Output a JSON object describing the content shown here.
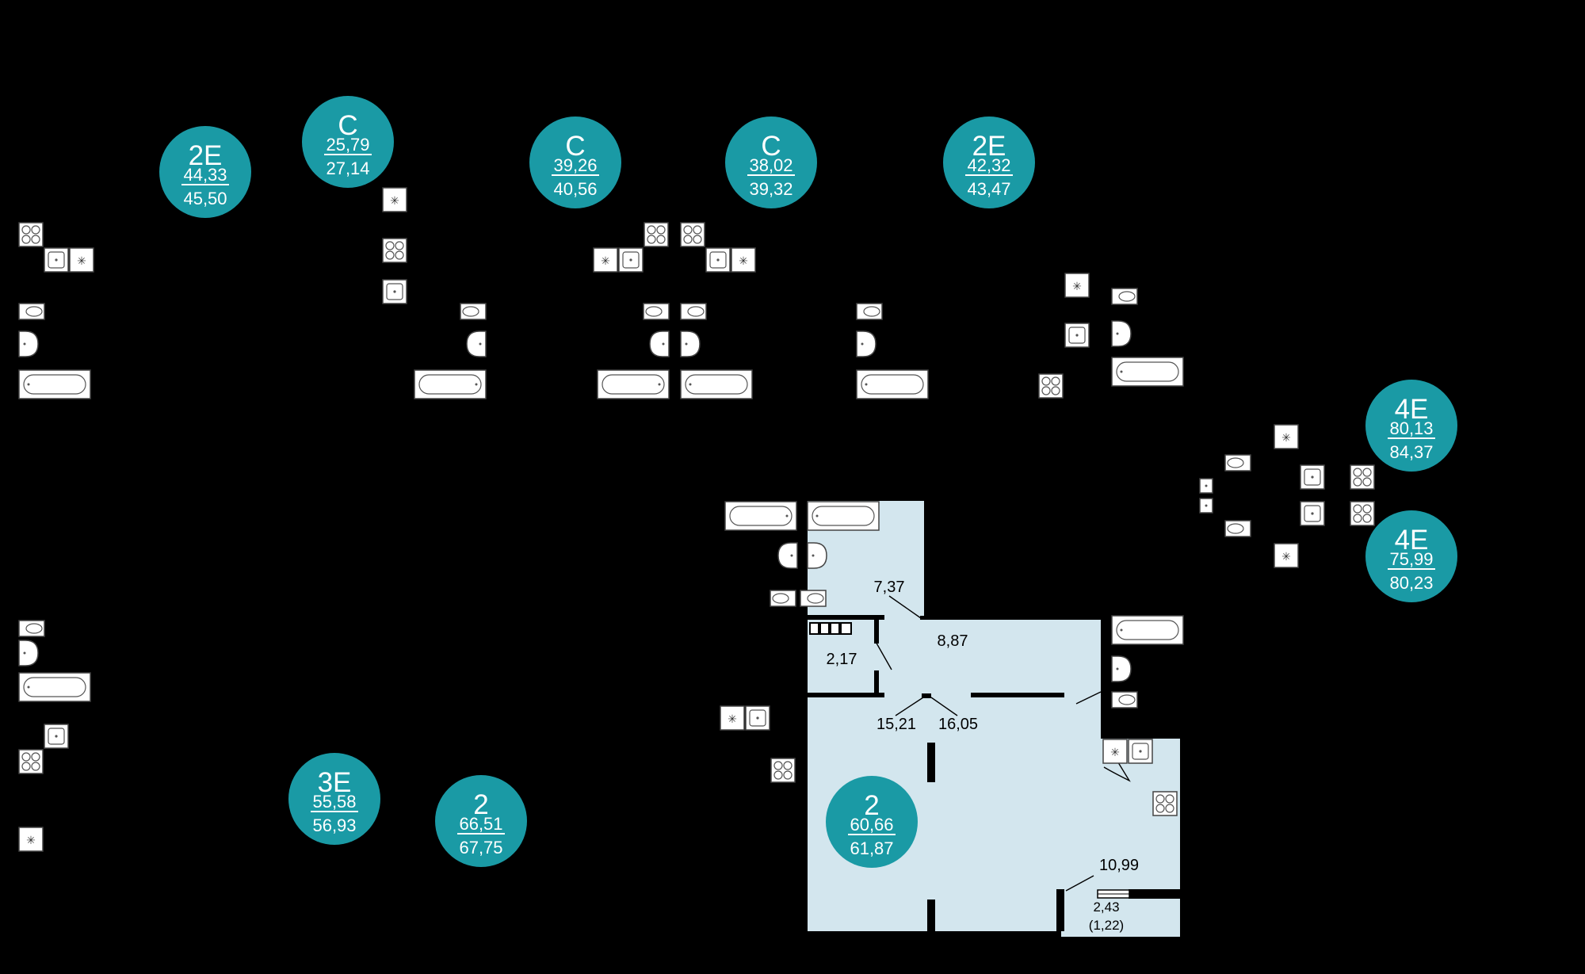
{
  "units": [
    {
      "id": "u1",
      "type": "2E",
      "area_living": "44,33",
      "area_total": "45,50"
    },
    {
      "id": "u2",
      "type": "C",
      "area_living": "25,79",
      "area_total": "27,14"
    },
    {
      "id": "u3",
      "type": "C",
      "area_living": "39,26",
      "area_total": "40,56"
    },
    {
      "id": "u4",
      "type": "C",
      "area_living": "38,02",
      "area_total": "39,32"
    },
    {
      "id": "u5",
      "type": "2E",
      "area_living": "42,32",
      "area_total": "43,47"
    },
    {
      "id": "u6",
      "type": "4E",
      "area_living": "80,13",
      "area_total": "84,37"
    },
    {
      "id": "u7",
      "type": "4E",
      "area_living": "75,99",
      "area_total": "80,23"
    },
    {
      "id": "u8",
      "type": "3E",
      "area_living": "55,58",
      "area_total": "56,93"
    },
    {
      "id": "u9",
      "type": "2",
      "area_living": "66,51",
      "area_total": "67,75"
    },
    {
      "id": "u10",
      "type": "2",
      "area_living": "60,66",
      "area_total": "61,87"
    }
  ],
  "rooms": {
    "bath": "7,37",
    "hall": "8,87",
    "closet": "2,17",
    "bedroom": "15,21",
    "living": "16,05",
    "kitchen": "10,99",
    "balcony": "2,43",
    "balcony_reduced": "(1,22)"
  },
  "colors": {
    "background": "#000000",
    "badge": "#1a9aa5",
    "room_fill": "#d3e6ee"
  }
}
